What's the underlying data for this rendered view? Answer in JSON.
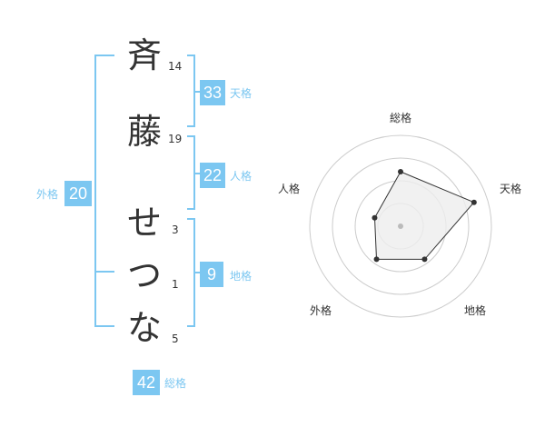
{
  "name": {
    "chars": [
      {
        "char": "斉",
        "strokes": "14"
      },
      {
        "char": "藤",
        "strokes": "19"
      },
      {
        "char": "せ",
        "strokes": "3"
      },
      {
        "char": "つ",
        "strokes": "1"
      },
      {
        "char": "な",
        "strokes": "5"
      }
    ]
  },
  "fortune": {
    "tenkaku": {
      "value": "33",
      "label": "天格"
    },
    "jinkaku": {
      "value": "22",
      "label": "人格"
    },
    "chikaku": {
      "value": "9",
      "label": "地格"
    },
    "gaikaku": {
      "value": "20",
      "label": "外格"
    },
    "soukaku": {
      "value": "42",
      "label": "総格"
    }
  },
  "radar": {
    "axes": [
      "総格",
      "天格",
      "地格",
      "外格",
      "人格"
    ],
    "values": [
      0.6,
      0.85,
      0.45,
      0.45,
      0.3
    ],
    "colors": {
      "grid": "#cccccc",
      "fill": "#eeeeee",
      "stroke": "#333333",
      "center": "#bbbbbb"
    }
  },
  "colors": {
    "accent": "#7cc7f1",
    "text": "#333333"
  }
}
